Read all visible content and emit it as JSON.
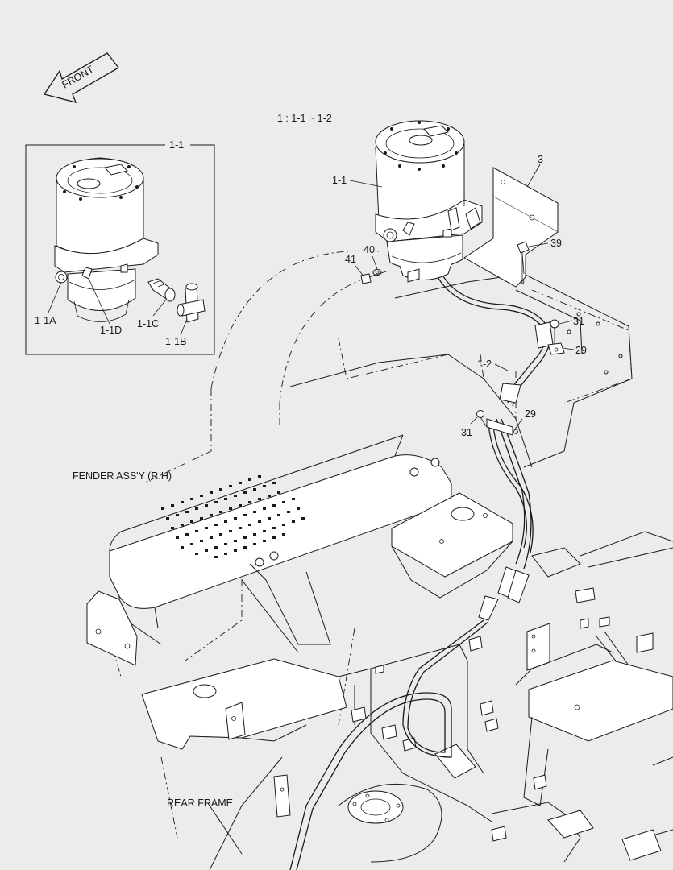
{
  "diagram": {
    "direction_arrow": "FRONT",
    "group_note": "1 : 1-1 ~ 1-2",
    "detail_box_title": "1-1",
    "area_labels": {
      "fender": "FENDER ASS'Y (R.H)",
      "rear_frame": "REAR FRAME"
    },
    "detail_callouts": {
      "c_1_1A": "1-1A",
      "c_1_1D": "1-1D",
      "c_1_1C": "1-1C",
      "c_1_1B": "1-1B"
    },
    "part_callouts": {
      "c_1_1": "1-1",
      "c_3": "3",
      "c_39": "39",
      "c_40": "40",
      "c_41": "41",
      "c_31a": "31",
      "c_29a": "29",
      "c_1_2": "1-2",
      "c_29b": "29",
      "c_31b": "31"
    }
  }
}
